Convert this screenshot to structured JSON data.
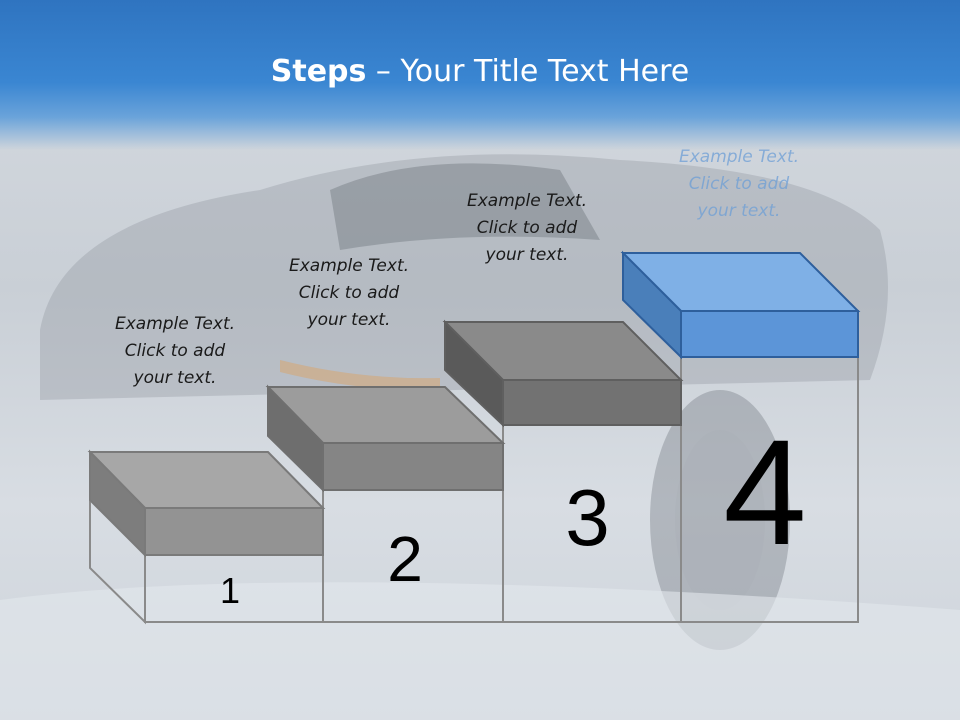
{
  "slide": {
    "title_bold": "Steps",
    "title_rest": " – Your Title Text Here"
  },
  "steps": [
    {
      "number": "1",
      "text_line1": "Example Text.",
      "text_line2": "Click  to add",
      "text_line3": "your text."
    },
    {
      "number": "2",
      "text_line1": "Example Text.",
      "text_line2": "Click  to add",
      "text_line3": "your text."
    },
    {
      "number": "3",
      "text_line1": "Example Text.",
      "text_line2": "Click  to add",
      "text_line3": "your text."
    },
    {
      "number": "4",
      "text_line1": "Example Text.",
      "text_line2": "Click  to add",
      "text_line3": "your text."
    }
  ],
  "colors": {
    "header_blue": "#3a86d2",
    "step_grey": "#8c8c8c",
    "step_highlight": "#6fa6e0"
  }
}
